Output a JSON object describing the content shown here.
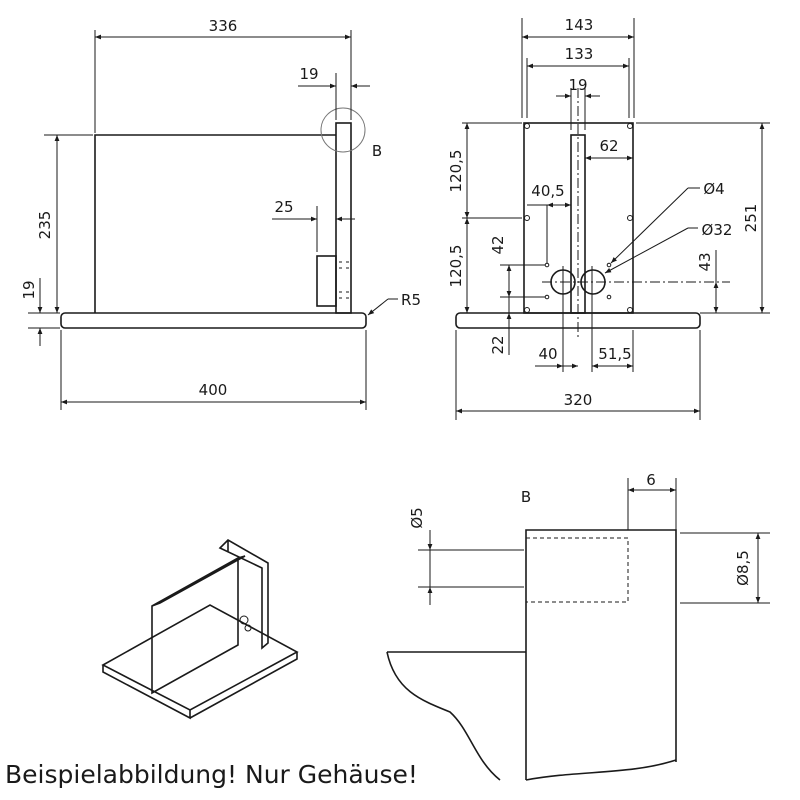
{
  "side_view": {
    "width_336": "336",
    "thickness_19": "19",
    "detail_marker": "B",
    "offset_25": "25",
    "height_235": "235",
    "base_19": "19",
    "radius": "R5",
    "base_400": "400"
  },
  "front_view": {
    "w143": "143",
    "w133": "133",
    "slot19": "19",
    "h120a": "120,5",
    "h120b": "120,5",
    "d62": "62",
    "d40_5": "40,5",
    "d42": "42",
    "dia4": "Ø4",
    "dia32": "Ø32",
    "h251": "251",
    "h43": "43",
    "d22": "22",
    "d40": "40",
    "d51_5": "51,5",
    "w320": "320"
  },
  "detail_b": {
    "label": "B",
    "d6": "6",
    "dia5": "Ø5",
    "dia8_5": "Ø8,5"
  },
  "caption": "Beispielabbildung! Nur Gehäuse!"
}
